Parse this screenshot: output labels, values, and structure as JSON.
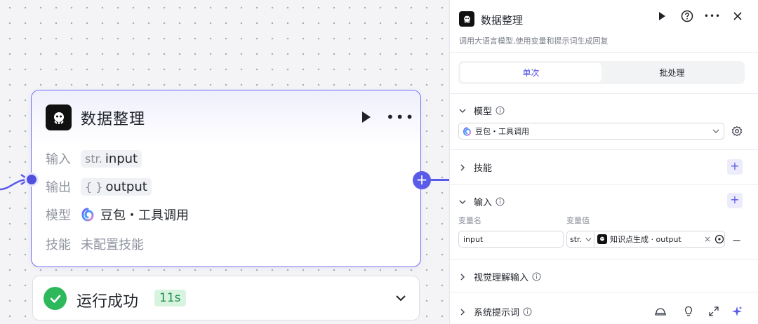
{
  "node": {
    "title": "数据整理",
    "input_label": "输入",
    "input_type": "str.",
    "input_value": "input",
    "output_label": "输出",
    "output_type": "{ }",
    "output_value": "output",
    "model_label": "模型",
    "model_value": "豆包・工具调用",
    "skill_label": "技能",
    "skill_value": "未配置技能"
  },
  "status": {
    "text": "运行成功",
    "time": "11s"
  },
  "panel": {
    "title": "数据整理",
    "description": "调用大语言模型,使用变量和提示词生成回复",
    "tabs": [
      {
        "label": "单次",
        "active": true
      },
      {
        "label": "批处理",
        "active": false
      }
    ],
    "model_section": {
      "label": "模型",
      "selected": "豆包・工具调用"
    },
    "skills_section": {
      "label": "技能"
    },
    "input_section": {
      "label": "输入",
      "col_name": "变量名",
      "col_value": "变量值",
      "var_name": "input",
      "var_type": "str.",
      "var_ref": "知识点生成 · output"
    },
    "vision_section": {
      "label": "视觉理解输入"
    },
    "system_prompt_section": {
      "label": "系统提示词"
    }
  },
  "colors": {
    "accent": "#5b5bea",
    "success": "#2eb85c",
    "node_border": "#6f6ff0"
  }
}
